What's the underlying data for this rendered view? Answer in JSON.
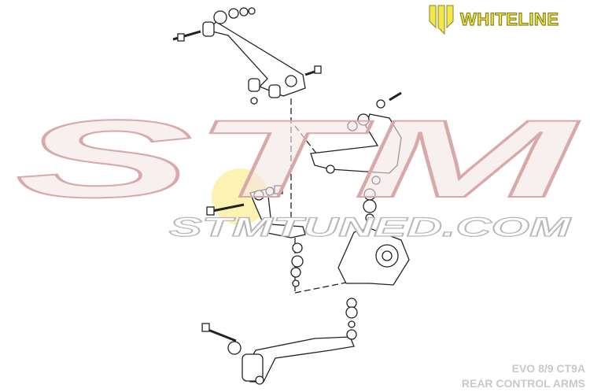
{
  "brand": {
    "name": "WHITELINE",
    "accent": "#f2e84a"
  },
  "watermark": {
    "big": "STM",
    "url": "STMTUNED.COM",
    "color": "#e9c9c9"
  },
  "caption": {
    "line1": "EVO 8/9 CT9A",
    "line2": "REAR CONTROL ARMS",
    "color": "#c9c9c9"
  },
  "highlight": {
    "color": "#fbf1a6"
  }
}
